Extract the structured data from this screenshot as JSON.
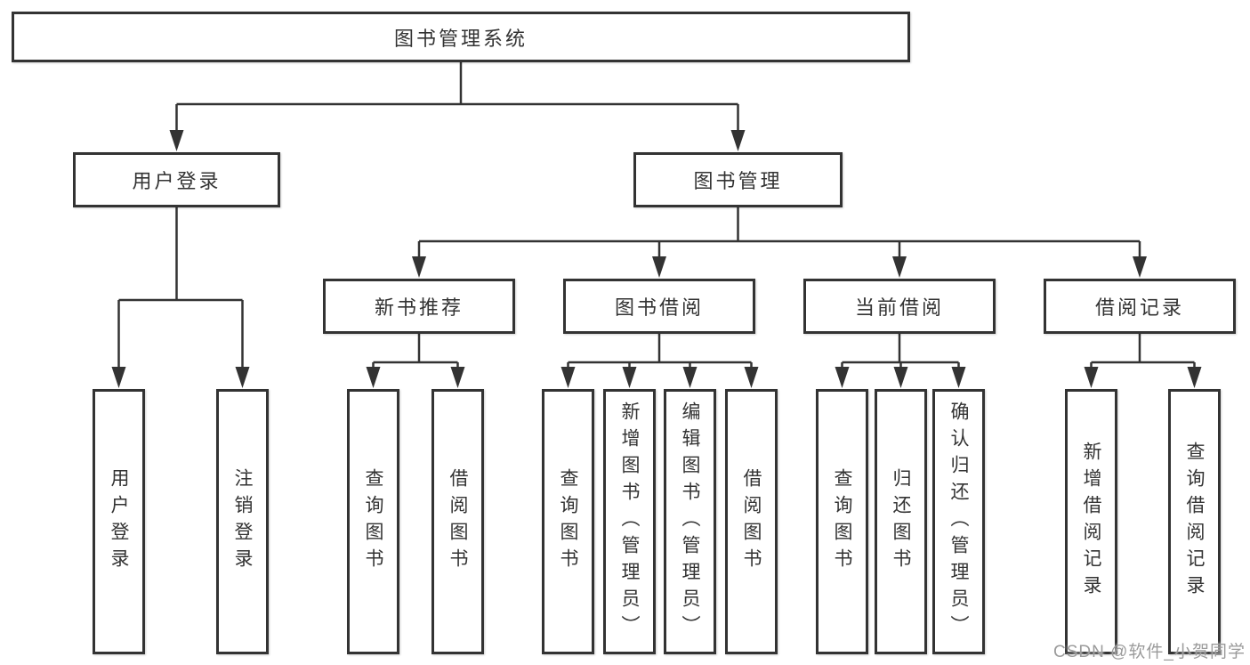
{
  "tree": {
    "root": {
      "label": "图书管理系统"
    },
    "level2": [
      {
        "label": "用户登录"
      },
      {
        "label": "图书管理"
      }
    ],
    "level3": [
      {
        "label": "新书推荐"
      },
      {
        "label": "图书借阅"
      },
      {
        "label": "当前借阅"
      },
      {
        "label": "借阅记录"
      }
    ],
    "leaves": [
      {
        "label": "用户登录",
        "parent": "用户登录"
      },
      {
        "label": "注销登录",
        "parent": "用户登录"
      },
      {
        "label": "查询图书",
        "parent": "新书推荐"
      },
      {
        "label": "借阅图书",
        "parent": "新书推荐"
      },
      {
        "label": "查询图书",
        "parent": "图书借阅"
      },
      {
        "label": "新增图书（管理员）",
        "parent": "图书借阅"
      },
      {
        "label": "编辑图书（管理员）",
        "parent": "图书借阅"
      },
      {
        "label": "借阅图书",
        "parent": "图书借阅"
      },
      {
        "label": "查询图书",
        "parent": "当前借阅"
      },
      {
        "label": "归还图书",
        "parent": "当前借阅"
      },
      {
        "label": "确认归还（管理员）",
        "parent": "当前借阅"
      },
      {
        "label": "新增借阅记录",
        "parent": "借阅记录"
      },
      {
        "label": "查询借阅记录",
        "parent": "借阅记录"
      }
    ]
  },
  "watermark": "CSDN @软件_小贺同学",
  "colors": {
    "line": "#333333",
    "box_border": "#333333",
    "box_fill": "#ffffff",
    "text": "#333333",
    "watermark": "#9b9b9b",
    "background": "#ffffff"
  }
}
